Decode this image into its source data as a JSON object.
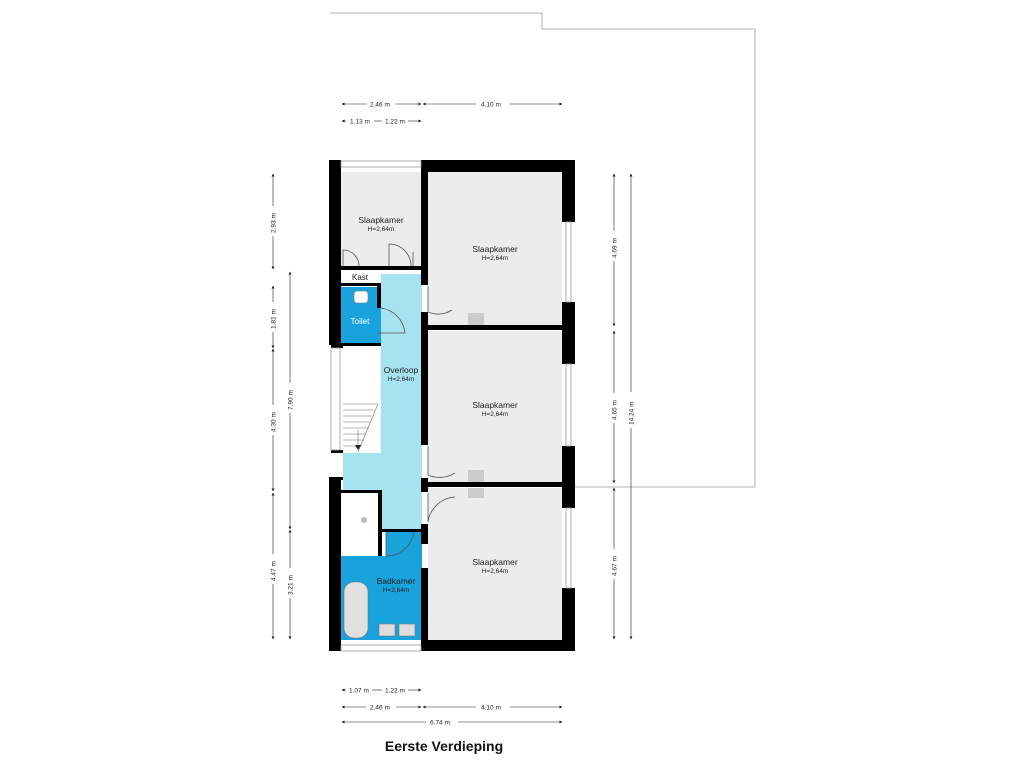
{
  "title": "Eerste Verdieping",
  "rooms": {
    "slaapkamer_small": {
      "name": "Slaapkamer",
      "height": "H=2,64m"
    },
    "slaapkamer_1": {
      "name": "Slaapkamer",
      "height": "H=2,64m"
    },
    "slaapkamer_2": {
      "name": "Slaapkamer",
      "height": "H=2,64m"
    },
    "slaapkamer_3": {
      "name": "Slaapkamer",
      "height": "H=2,64m"
    },
    "overloop": {
      "name": "Overloop",
      "height": "H=2,64m"
    },
    "badkamer": {
      "name": "Badkamer",
      "height": "H=2,64m"
    },
    "toilet": {
      "name": "Toilet"
    },
    "kast": {
      "name": "Kast"
    }
  },
  "dimensions": {
    "top_246": "2.46 m",
    "top_410": "4.10 m",
    "top_113": "1.13 m",
    "top_122": "1.22 m",
    "bottom_107": "1.07 m",
    "bottom_122": "1.22 m",
    "bottom_246": "2.46 m",
    "bottom_410": "4.10 m",
    "bottom_674": "6.74 m",
    "left_293": "2.93 m",
    "left_181": "1.81 m",
    "left_430": "4.30 m",
    "left_447": "4.47 m",
    "left_790": "7.90 m",
    "left_321": "3.21 m",
    "right_469": "4.69 m",
    "right_465": "4.65 m",
    "right_467": "4.67 m",
    "right_1424": "14.24 m"
  },
  "colors": {
    "wall": "#000000",
    "room_fill": "#ececec",
    "overloop_fill": "#a6e3f0",
    "wet_fill": "#18a3dc",
    "outline": "#9a9a9a"
  }
}
